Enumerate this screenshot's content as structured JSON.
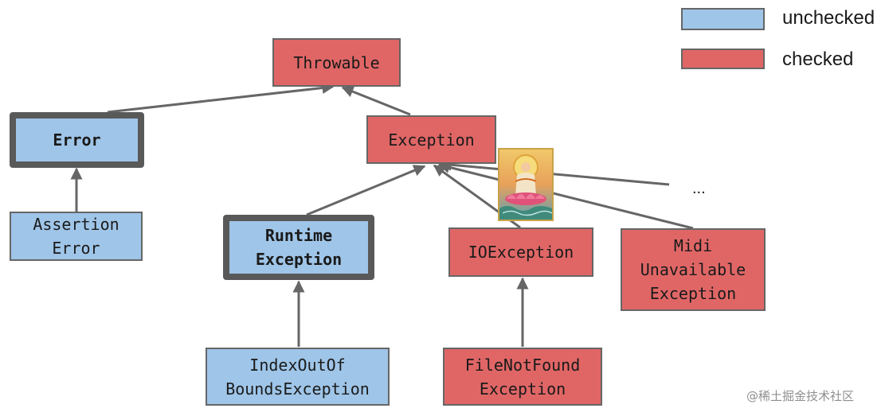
{
  "legend": {
    "unchecked_label": "unchecked",
    "checked_label": "checked",
    "unchecked_color": "#9fc5e8",
    "checked_color": "#e06666"
  },
  "nodes": {
    "throwable": "Throwable",
    "error": "Error",
    "exception": "Exception",
    "assertion_error": "Assertion\nError",
    "runtime_exception": "Runtime\nException",
    "io_exception": "IOException",
    "midi_unavailable_exception": "Midi\nUnavailable\nException",
    "index_out_of_bounds_exception": "IndexOutOf\nBoundsException",
    "file_not_found_exception": "FileNotFound\nException"
  },
  "more_indicator": "...",
  "watermark": "@稀土掘金技术社区",
  "image_icon": "deity-on-lotus-picture"
}
